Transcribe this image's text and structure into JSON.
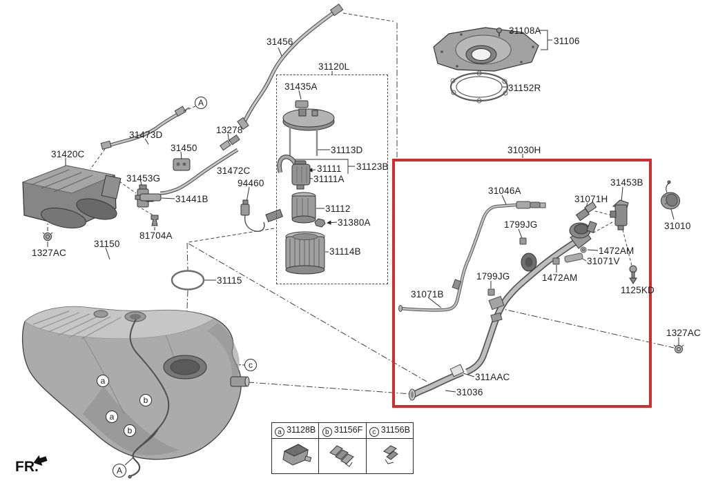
{
  "colors": {
    "highlight_red": "#d02e2e"
  },
  "fr_label": "FR.",
  "section_labels": {
    "assembly_box": "31030H",
    "pump_module_box": "31120L"
  },
  "parts": {
    "p31456": "31456",
    "p31473D": "31473D",
    "p13278": "13278",
    "p31450": "31450",
    "p31420C": "31420C",
    "p31472C": "31472C",
    "p31453G": "31453G",
    "p94460": "94460",
    "p31441B": "31441B",
    "p81704A": "81704A",
    "p1327AC": "1327AC",
    "p31150": "31150",
    "p31115": "31115",
    "p31435A": "31435A",
    "p31113D": "31113D",
    "p31111": "31111",
    "p31111A": "31111A",
    "p31123B": "31123B",
    "p31112": "31112",
    "p31380A": "31380A",
    "p31114B": "31114B",
    "p31108A": "31108A",
    "p31106": "31106",
    "p31152R": "31152R",
    "p31046A": "31046A",
    "p31071H": "31071H",
    "p31453B": "31453B",
    "p31010": "31010",
    "p1799JG": "1799JG",
    "p1472AM": "1472AM",
    "p31071V": "31071V",
    "p31071B": "31071B",
    "p1125KD": "1125KD",
    "p311AAC": "311AAC",
    "p31036": "31036"
  },
  "callouts": {
    "A": "A",
    "a": "a",
    "b": "b",
    "c": "c"
  },
  "legend": {
    "items": [
      {
        "key": "a",
        "part": "31128B"
      },
      {
        "key": "b",
        "part": "31156F"
      },
      {
        "key": "c",
        "part": "31156B"
      }
    ]
  }
}
